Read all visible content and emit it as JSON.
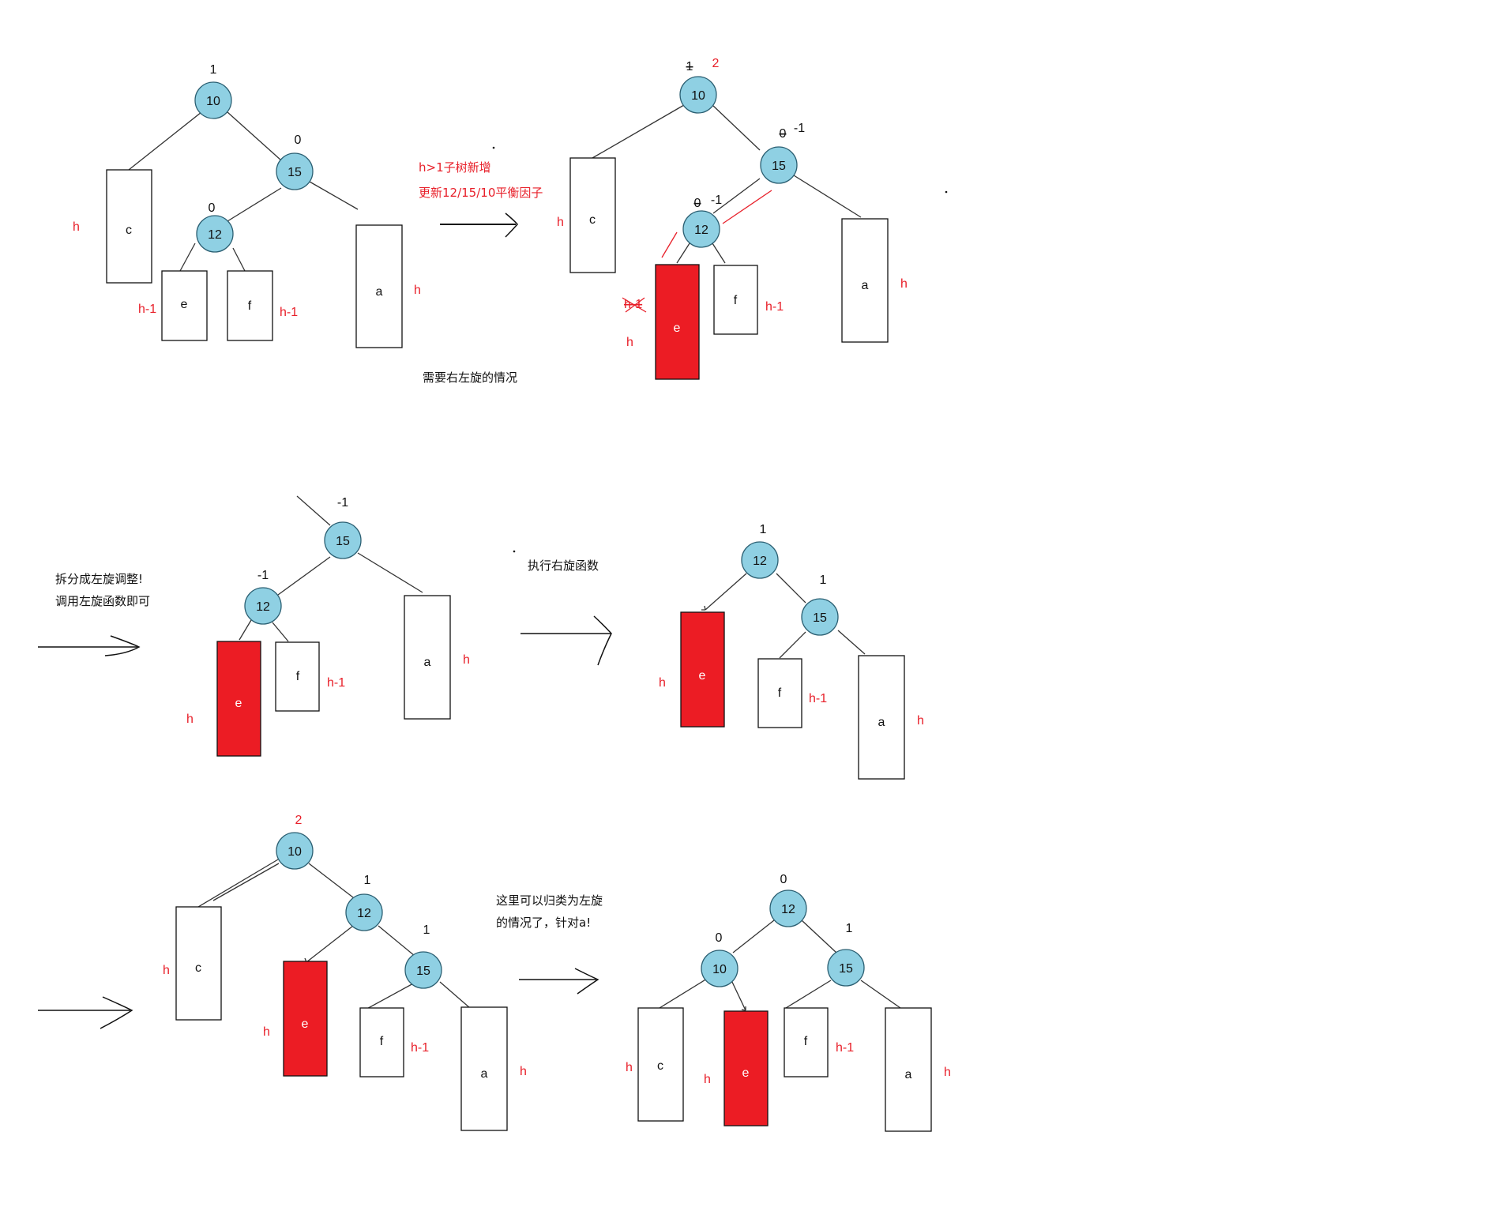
{
  "colors": {
    "node_fill": "#8fd0e3",
    "node_stroke": "#2b5f72",
    "highlight_box": "#ec1c24",
    "annotation_red": "#e8202a",
    "line": "#333333"
  },
  "panels": [
    {
      "id": "p1",
      "nodes": [
        {
          "label": "10",
          "bf": "1"
        },
        {
          "label": "15",
          "bf": "0"
        },
        {
          "label": "12",
          "bf": "0"
        }
      ],
      "boxes": [
        {
          "label": "c",
          "height": "h"
        },
        {
          "label": "e",
          "height": "h-1"
        },
        {
          "label": "f",
          "height": "h-1"
        },
        {
          "label": "a",
          "height": "h"
        }
      ],
      "caption": "需要右左旋的情况"
    },
    {
      "id": "p2",
      "nodes": [
        {
          "label": "10",
          "bf_old": "1",
          "bf_new": "2"
        },
        {
          "label": "15",
          "bf_old": "0",
          "bf_new": "-1"
        },
        {
          "label": "12",
          "bf_old": "0",
          "bf_new": "-1"
        }
      ],
      "boxes": [
        {
          "label": "c",
          "height": "h"
        },
        {
          "label": "e",
          "height_old": "h-1",
          "height": "h"
        },
        {
          "label": "f",
          "height": "h-1"
        },
        {
          "label": "a",
          "height": "h"
        }
      ],
      "arrow_note": [
        "h>1子树新增",
        "更新12/15/10平衡因子"
      ]
    },
    {
      "id": "p3",
      "note": [
        "拆分成左旋调整!",
        "调用左旋函数即可"
      ],
      "nodes": [
        {
          "label": "15",
          "bf": "-1"
        },
        {
          "label": "12",
          "bf": "-1"
        }
      ],
      "boxes": [
        {
          "label": "e",
          "height": "h"
        },
        {
          "label": "f",
          "height": "h-1"
        },
        {
          "label": "a",
          "height": "h"
        }
      ]
    },
    {
      "id": "p4",
      "arrow_note": "执行右旋函数",
      "nodes": [
        {
          "label": "12",
          "bf": "1"
        },
        {
          "label": "15",
          "bf": "1"
        }
      ],
      "boxes": [
        {
          "label": "e",
          "height": "h"
        },
        {
          "label": "f",
          "height": "h-1"
        },
        {
          "label": "a",
          "height": "h"
        }
      ]
    },
    {
      "id": "p5",
      "nodes": [
        {
          "label": "10",
          "bf": "2"
        },
        {
          "label": "12",
          "bf": "1"
        },
        {
          "label": "15",
          "bf": "1"
        }
      ],
      "boxes": [
        {
          "label": "c",
          "height": "h"
        },
        {
          "label": "e",
          "height": "h"
        },
        {
          "label": "f",
          "height": "h-1"
        },
        {
          "label": "a",
          "height": "h"
        }
      ],
      "arrow_note": [
        "这里可以归类为左旋",
        "的情况了，针对a!"
      ]
    },
    {
      "id": "p6",
      "nodes": [
        {
          "label": "12",
          "bf": "0"
        },
        {
          "label": "10",
          "bf": "0"
        },
        {
          "label": "15",
          "bf": "1"
        }
      ],
      "boxes": [
        {
          "label": "c",
          "height": "h"
        },
        {
          "label": "e",
          "height": "h"
        },
        {
          "label": "f",
          "height": "h-1"
        },
        {
          "label": "a",
          "height": "h"
        }
      ]
    }
  ]
}
